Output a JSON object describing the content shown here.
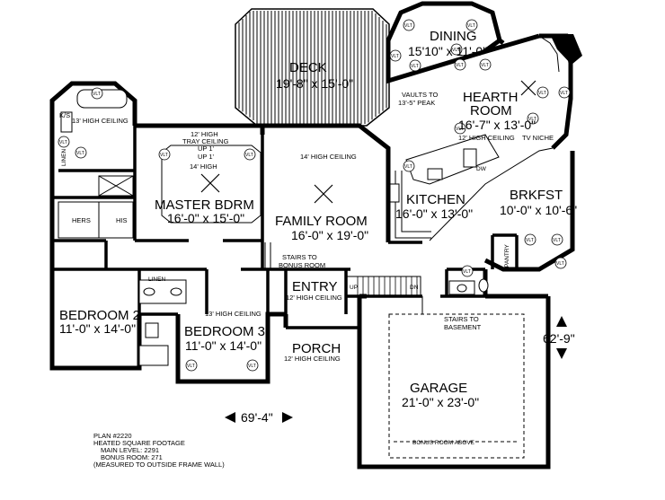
{
  "rooms": {
    "dining": {
      "name": "DINING",
      "dim": "15'10\" x 11'-0\""
    },
    "deck": {
      "name": "DECK",
      "dim": "19'-8\" x 15'-0\""
    },
    "hearth": {
      "name1": "HEARTH",
      "name2": "ROOM",
      "dim": "16'-7\" x 13'-0\""
    },
    "master": {
      "name": "MASTER BDRM",
      "dim": "16'-0\" x 15'-0\""
    },
    "family": {
      "name": "FAMILY ROOM",
      "dim": "16'-0\" x 19'-0\""
    },
    "kitchen": {
      "name": "KITCHEN",
      "dim": "16'-0\" x 13'-0\""
    },
    "brkfst": {
      "name": "BRKFST",
      "dim": "10'-0\" x 10'-6\""
    },
    "bedroom2": {
      "name": "BEDROOM 2",
      "dim": "11'-0\" x 14'-0\""
    },
    "bedroom3": {
      "name": "BEDROOM 3",
      "dim": "11'-0\" x 14'-0\""
    },
    "entry": {
      "name": "ENTRY"
    },
    "porch": {
      "name": "PORCH"
    },
    "garage": {
      "name": "GARAGE",
      "dim": "21'-0\" x 23'-0\""
    }
  },
  "labels": {
    "ks": "K/S",
    "bath_ceiling": "13' HIGH CEILING",
    "linen_master": "LINEN",
    "hers": "HERS",
    "his": "HIS",
    "master_ceiling1": "12' HIGH",
    "master_ceiling2": "TRAY CEILING",
    "up1a": "UP 1'",
    "up1b": "UP 1'",
    "master_ceiling3": "14' HIGH",
    "family_ceiling": "14' HIGH CEILING",
    "vaults1": "VAULTS TO",
    "vaults2": "13'-5\" PEAK",
    "hearth_ceiling": "12' HIGH CEILING",
    "tv_niche": "TV NICHE",
    "stairs_bonus1": "STAIRS TO",
    "stairs_bonus2": "BONUS ROOM",
    "entry_ceiling": "12' HIGH CEILING",
    "up": "UP",
    "dn": "DN",
    "linen_bed": "LINEN",
    "bed3_ceiling": "13' HIGH CEILING",
    "porch_ceiling": "12' HIGH CEILING",
    "stairs_base1": "STAIRS TO",
    "stairs_base2": "BASEMENT",
    "pantry": "PANTRY",
    "bonus_above": "BONUS ROOM ABOVE",
    "dw": "DW",
    "vlt": "VLT"
  },
  "dimensions": {
    "width": "69'-4\"",
    "depth": "62'-9\""
  },
  "plan_notes": [
    "PLAN #2220",
    "HEATED SQUARE FOOTAGE",
    "MAIN LEVEL:   2291",
    "BONUS ROOM:   271",
    "(MEASURED TO OUTSIDE FRAME WALL)"
  ]
}
